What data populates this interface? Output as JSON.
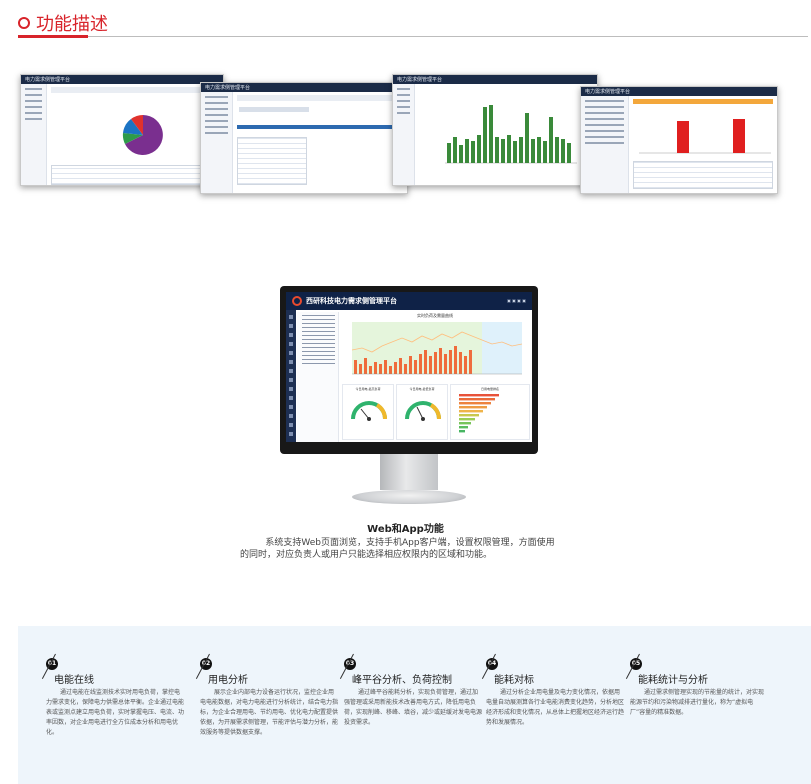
{
  "header": {
    "title": "功能描述",
    "accent": "#d8232a"
  },
  "screenshots": {
    "s1": {
      "title": "电力需求侧管理平台"
    },
    "s2": {
      "title": "电力需求侧管理平台"
    },
    "s3": {
      "title": "电力需求侧管理平台"
    },
    "s4": {
      "title": "电力需求侧管理平台"
    }
  },
  "monitor": {
    "title": "西研科技电力需求侧管理平台",
    "chart_title": "实时负荷及需量曲线",
    "gauge1_title": "今日用电-最高负荷",
    "gauge2_title": "今日用电-最低负荷",
    "rank_title": "日用电量排名"
  },
  "web_app": {
    "title": "Web和App功能",
    "desc_line1": "系统支持Web页面浏览，支持手机App客户端，设置权限管理，方面使用",
    "desc_line2": "的同时，对应负责人或用户只能选择相应权限内的区域和功能。"
  },
  "features": [
    {
      "num": "01",
      "name": "电能在线",
      "desc": "通过电能在线监测技术实时用电负荷，掌控电力需求变化，保障电力供需总体平衡。企业通过电能表或监测点建立用电负荷，实时掌握电压、电流、功率因数，对企业用电进行全方位成本分析和用电优化。"
    },
    {
      "num": "02",
      "name": "用电分析",
      "desc": "展示企业内部电力设备运行状况，监控企业用电电能数据，对电力电能进行分析统计，结合电力指标，为企业合理用电、节约用电、优化电力配置提供依据，为开展需求侧管理，节能评估与潜力分析，能效服务等提供数据支撑。"
    },
    {
      "num": "03",
      "name": "峰平谷分析、负荷控制",
      "desc": "通过峰平谷能耗分析，实现负荷管理，通过加强管理或采用新能技术改善用电方式，降低用电负荷，实现削峰、移峰、填谷，减少或延缓对发电电源投资需求。"
    },
    {
      "num": "04",
      "name": "能耗对标",
      "desc": "通过分析企业用电量及电力变化情况，依据用电量自动展测算各行业电能消费变化趋势，分析地区经济形成和变化情况，从总体上把握地区经济运行趋势和发展情况。"
    },
    {
      "num": "05",
      "name": "能耗统计与分析",
      "desc": "通过需求侧管理实现的节能量的统计，对实现能源节约和污染物减排进行量化，称为“虚拟电厂”容量的精准数据。"
    }
  ]
}
